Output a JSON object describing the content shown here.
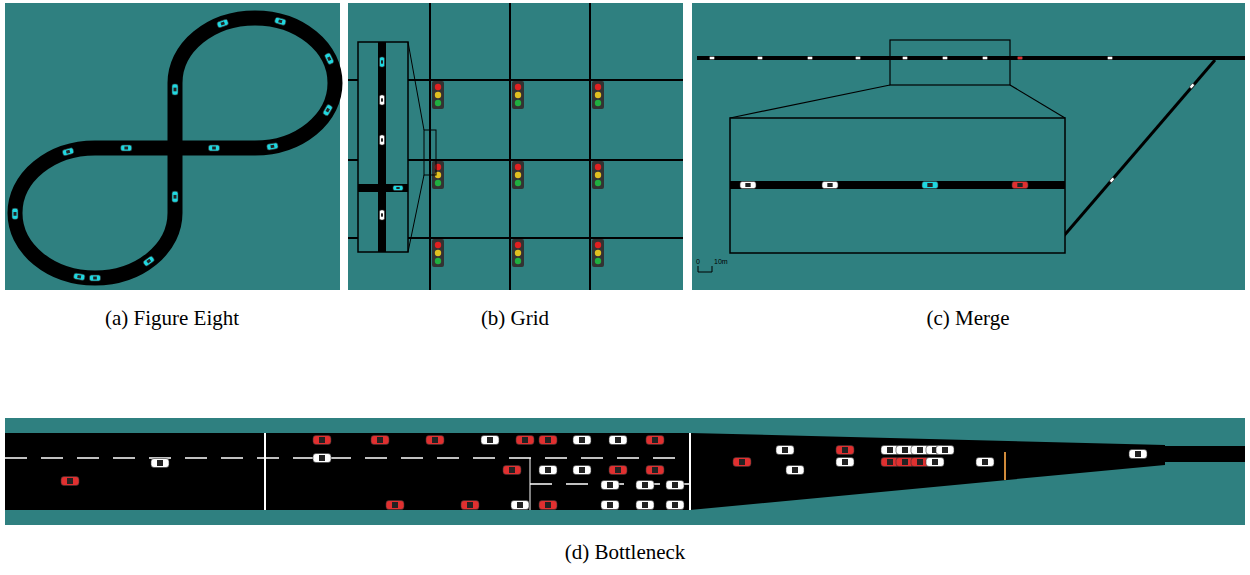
{
  "diagram": {
    "labels": [
      "(a) Figure Eight",
      "(b) Grid",
      "(c) Merge",
      "(d) Bottleneck",
      "0",
      "10m"
    ]
  }
}
